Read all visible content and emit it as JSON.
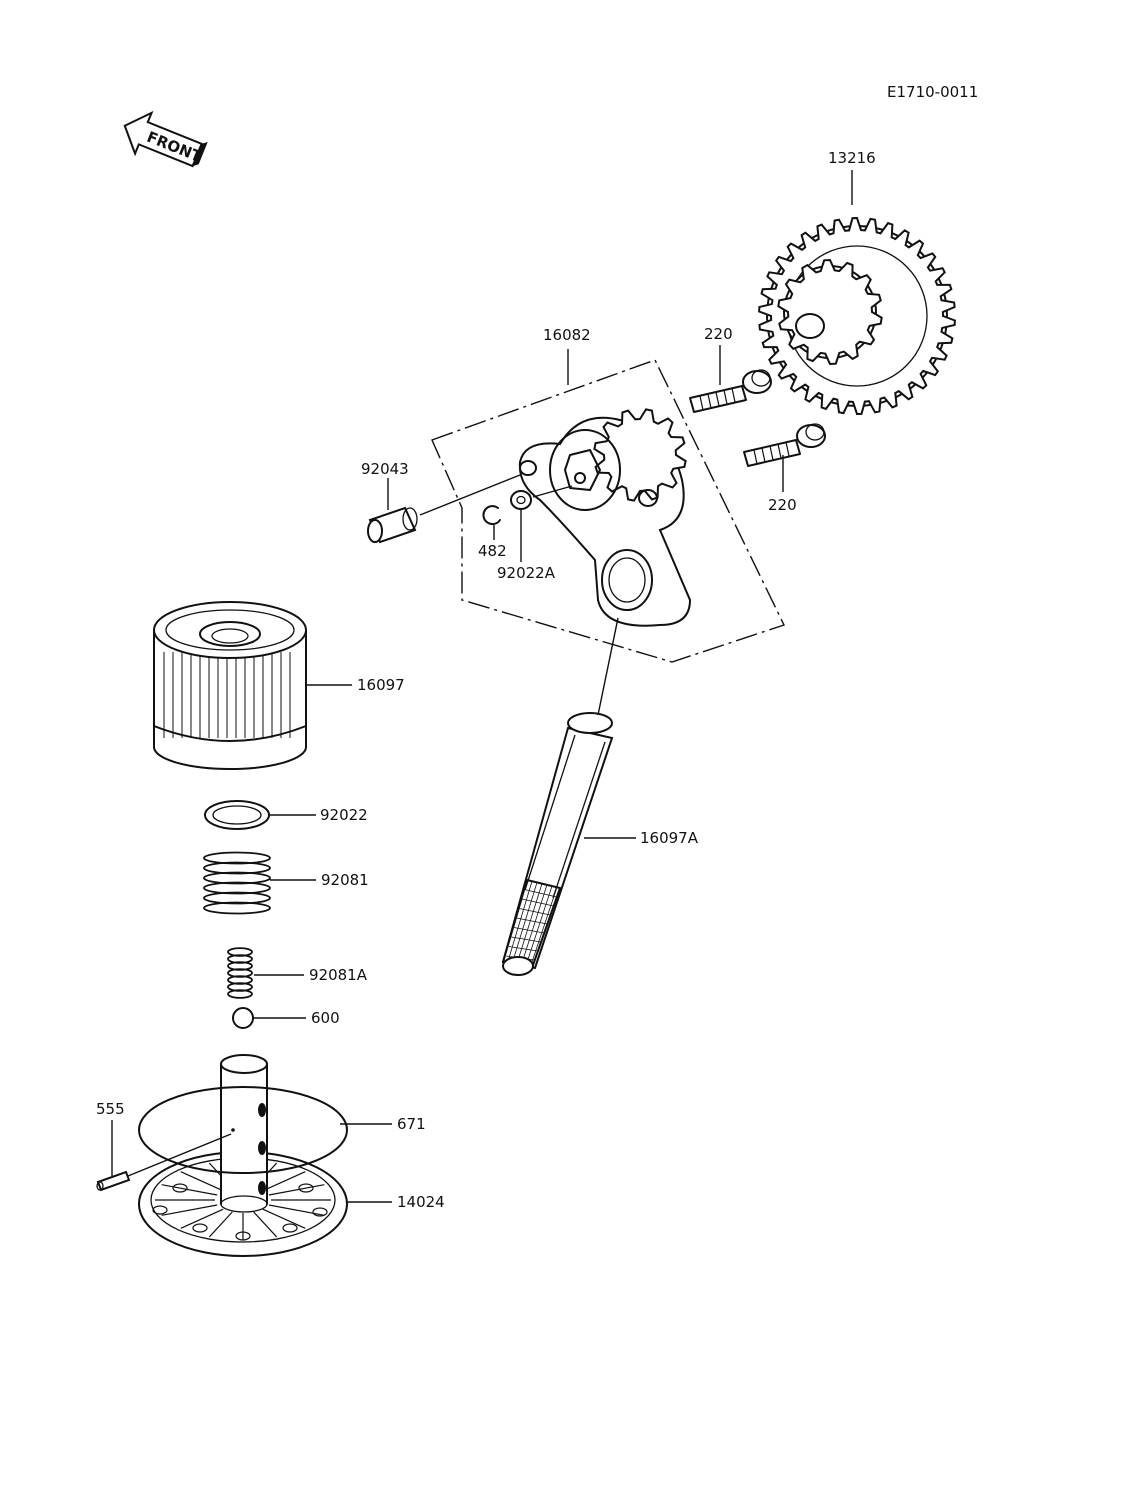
{
  "diagram_code": "E1710-0011",
  "front_label": "FRONT",
  "parts": {
    "p13216": "13216",
    "p16082": "16082",
    "p220a": "220",
    "p220b": "220",
    "p92043": "92043",
    "p482": "482",
    "p92022A": "92022A",
    "p16097": "16097",
    "p92022": "92022",
    "p92081": "92081",
    "p92081A": "92081A",
    "p600": "600",
    "p16097A": "16097A",
    "p555": "555",
    "p671": "671",
    "p14024": "14024"
  }
}
